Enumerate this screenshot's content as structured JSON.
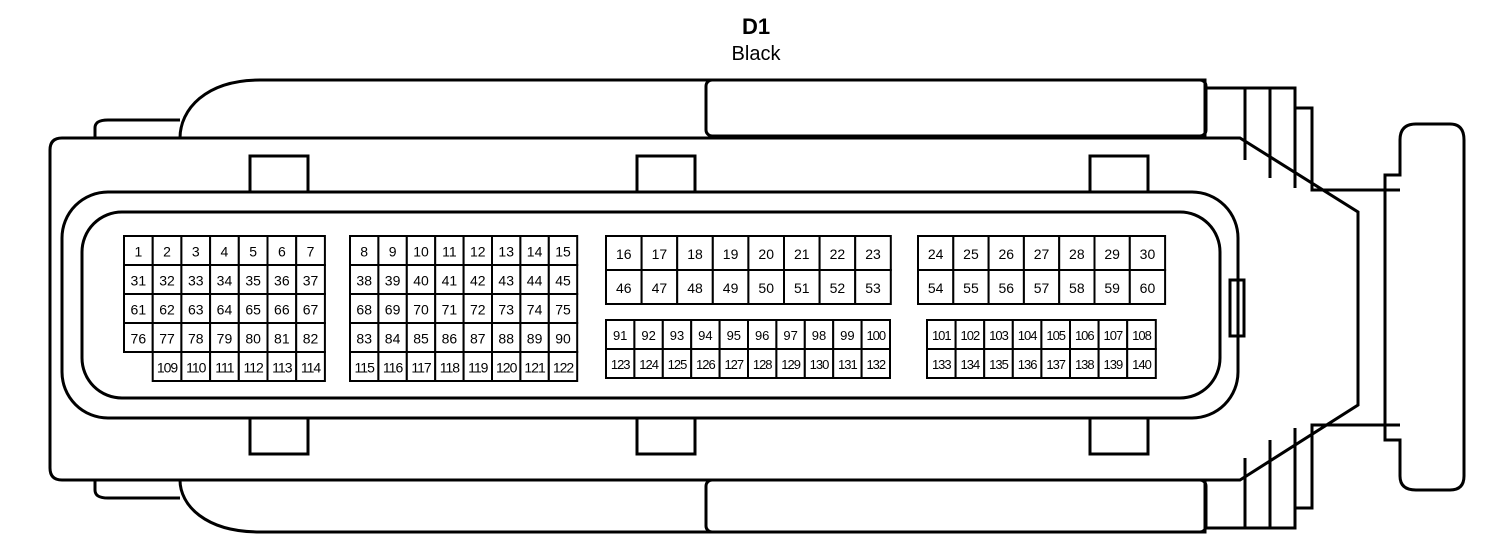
{
  "connector": {
    "name": "D1",
    "color": "Black"
  },
  "blocks": [
    {
      "id": "block-a",
      "rows": [
        [
          "1",
          "2",
          "3",
          "4",
          "5",
          "6",
          "7"
        ],
        [
          "31",
          "32",
          "33",
          "34",
          "35",
          "36",
          "37"
        ],
        [
          "61",
          "62",
          "63",
          "64",
          "65",
          "66",
          "67"
        ],
        [
          "76",
          "77",
          "78",
          "79",
          "80",
          "81",
          "82"
        ],
        [
          "",
          "109",
          "110",
          "111",
          "112",
          "113",
          "114"
        ]
      ]
    },
    {
      "id": "block-b",
      "rows": [
        [
          "8",
          "9",
          "10",
          "11",
          "12",
          "13",
          "14",
          "15"
        ],
        [
          "38",
          "39",
          "40",
          "41",
          "42",
          "43",
          "44",
          "45"
        ],
        [
          "68",
          "69",
          "70",
          "71",
          "72",
          "73",
          "74",
          "75"
        ],
        [
          "83",
          "84",
          "85",
          "86",
          "87",
          "88",
          "89",
          "90"
        ],
        [
          "115",
          "116",
          "117",
          "118",
          "119",
          "120",
          "121",
          "122"
        ]
      ]
    },
    {
      "id": "block-c-upper",
      "rows": [
        [
          "16",
          "17",
          "18",
          "19",
          "20",
          "21",
          "22",
          "23"
        ],
        [
          "46",
          "47",
          "48",
          "49",
          "50",
          "51",
          "52",
          "53"
        ]
      ]
    },
    {
      "id": "block-c-lower",
      "rows": [
        [
          "91",
          "92",
          "93",
          "94",
          "95",
          "96",
          "97",
          "98",
          "99",
          "100"
        ],
        [
          "123",
          "124",
          "125",
          "126",
          "127",
          "128",
          "129",
          "130",
          "131",
          "132"
        ]
      ]
    },
    {
      "id": "block-d-upper",
      "rows": [
        [
          "24",
          "25",
          "26",
          "27",
          "28",
          "29",
          "30"
        ],
        [
          "54",
          "55",
          "56",
          "57",
          "58",
          "59",
          "60"
        ]
      ]
    },
    {
      "id": "block-d-lower",
      "rows": [
        [
          "101",
          "102",
          "103",
          "104",
          "105",
          "106",
          "107",
          "108"
        ],
        [
          "133",
          "134",
          "135",
          "136",
          "137",
          "138",
          "139",
          "140"
        ]
      ]
    }
  ]
}
